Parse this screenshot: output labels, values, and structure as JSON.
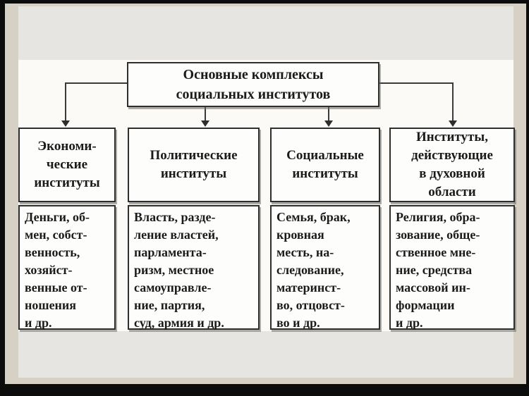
{
  "diagram": {
    "root": {
      "title": "Основные комплексы\nсоциальных институтов"
    },
    "columns": [
      {
        "id": "economic",
        "header": "Экономи-\nческие\nинституты",
        "body": "Деньги, об-\nмен, собст-\nвенность,\nхозяйст-\nвенные от-\nношения\nи др."
      },
      {
        "id": "political",
        "header": "Политические\nинституты",
        "body": "Власть, разде-\nление властей,\nпарламента-\nризм, местное\nсамоуправле-\nние, партия,\nсуд, армия и др."
      },
      {
        "id": "social",
        "header": "Социальные\nинституты",
        "body": "Семья, брак,\nкровная\nместь, на-\nследование,\nматеринст-\nво, отцовст-\nво и др."
      },
      {
        "id": "spiritual",
        "header": "Институты,\nдействующие\nв духовной\nобласти",
        "body": "Религия, обра-\nзование, обще-\nственное мне-\nние, средства\nмассовой ин-\nформации\nи др."
      }
    ],
    "colors": {
      "frame": "#0c0c0c",
      "photo_margin": "#d6d1c4",
      "slide_bg": "#e6e5e1",
      "white_band": "#fbfaf6",
      "box_fill": "#fdfdfb",
      "box_border": "#2e2e2e",
      "text": "#1b1b1b"
    }
  }
}
